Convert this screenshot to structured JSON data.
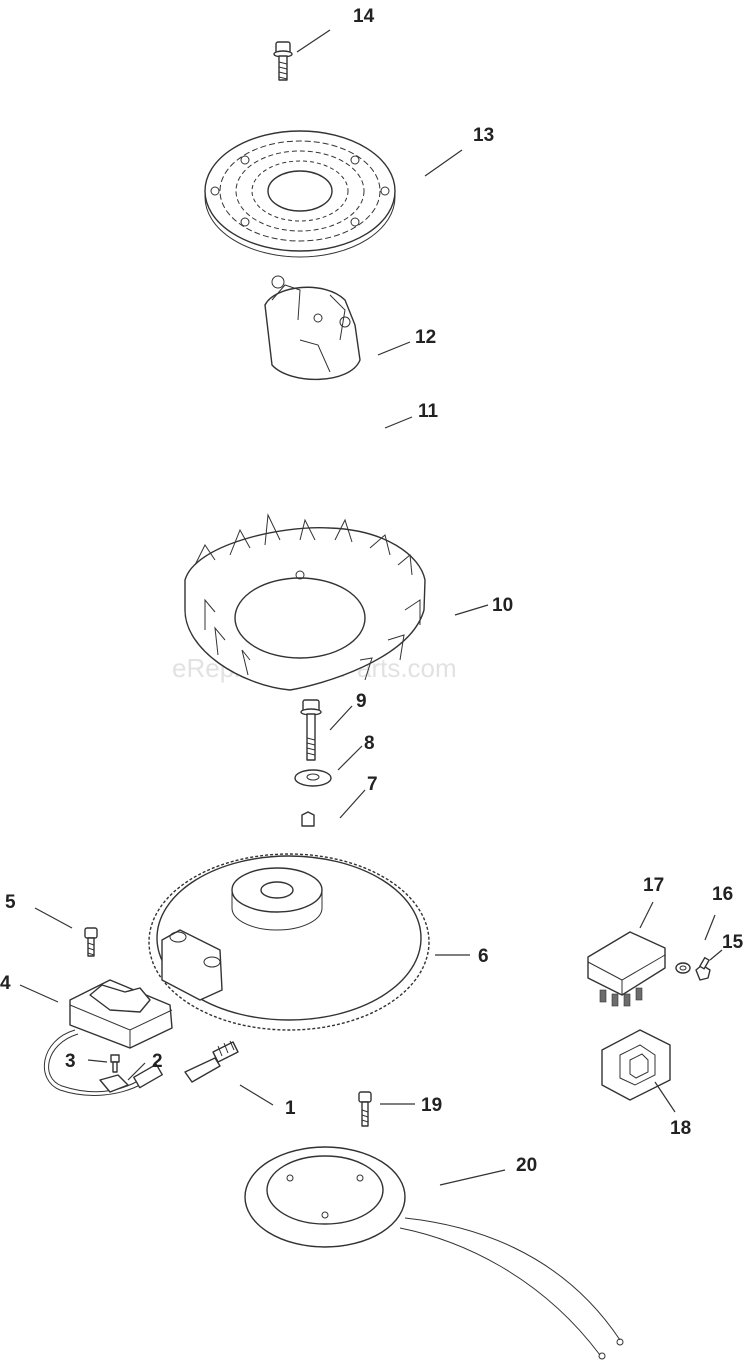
{
  "watermark": "eReplacementParts.com",
  "callouts": [
    "1",
    "2",
    "3",
    "4",
    "5",
    "6",
    "7",
    "8",
    "9",
    "10",
    "11",
    "12",
    "13",
    "14",
    "15",
    "16",
    "17",
    "18",
    "19",
    "20"
  ]
}
